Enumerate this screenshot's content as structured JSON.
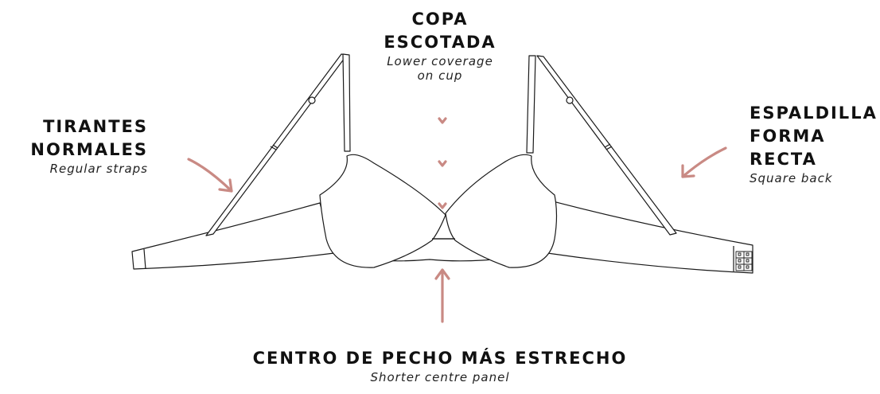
{
  "colors": {
    "accent": "#c98a84",
    "ink": "#111111",
    "line": "#1a1a1a"
  },
  "labels": {
    "top": {
      "title_line1": "COPA",
      "title_line2": "ESCOTADA",
      "sub_line1": "Lower coverage",
      "sub_line2": "on cup"
    },
    "left": {
      "title_line1": "TIRANTES",
      "title_line2": "NORMALES",
      "sub": "Regular straps"
    },
    "right": {
      "title_line1": "ESPALDILLA",
      "title_line2": "FORMA",
      "title_line3": "RECTA",
      "sub": "Square back"
    },
    "bottom": {
      "title": "CENTRO DE PECHO MÁS ESTRECHO",
      "sub": "Shorter centre panel"
    }
  },
  "icons": [
    "arrow-icon",
    "chevron-down-icon",
    "bra-illustration"
  ]
}
